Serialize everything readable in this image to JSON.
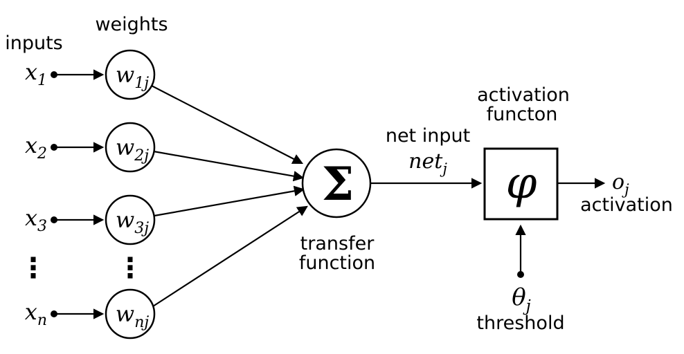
{
  "diagram": {
    "title_semantic": "artificial neuron model",
    "colors": {
      "background": "#ffffff",
      "ink": "#000000"
    },
    "labels": {
      "inputs": "inputs",
      "weights": "weights",
      "transfer_line1": "transfer",
      "transfer_line2": "function",
      "net_input": "net input",
      "activation_fn_line1": "activation",
      "activation_fn_line2": "functon",
      "activation_out": "activation",
      "threshold": "threshold"
    },
    "math": {
      "sum_symbol": "Σ",
      "phi_symbol": "φ",
      "net_var": "net",
      "net_sub": "j",
      "output_var": "o",
      "output_sub": "j",
      "theta_var": "θ",
      "theta_sub": "j",
      "ellipsis": "⋮"
    },
    "inputs": [
      {
        "var": "x",
        "sub": "1"
      },
      {
        "var": "x",
        "sub": "2"
      },
      {
        "var": "x",
        "sub": "3"
      },
      {
        "var": "x",
        "sub": "n"
      }
    ],
    "weights": [
      {
        "var": "w",
        "sub": "1j"
      },
      {
        "var": "w",
        "sub": "2j"
      },
      {
        "var": "w",
        "sub": "3j"
      },
      {
        "var": "w",
        "sub": "nj"
      }
    ]
  }
}
